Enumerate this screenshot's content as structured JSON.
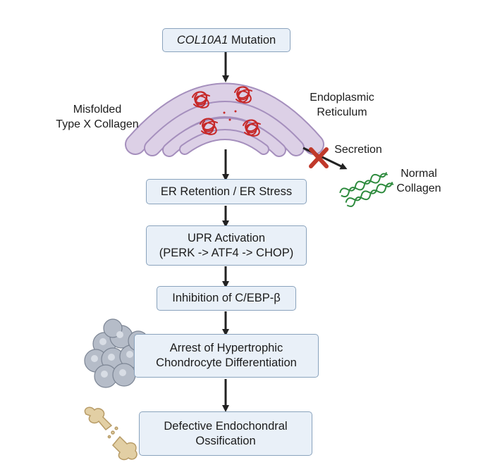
{
  "flowchart": {
    "mutation_gene": "COL10A1",
    "mutation_suffix": " Mutation",
    "steps": [
      {
        "lines": [
          "ER Retention / ER Stress"
        ]
      },
      {
        "lines": [
          "UPR Activation",
          "(PERK -> ATF4 -> CHOP)"
        ]
      },
      {
        "lines": [
          "Inhibition of C/EBP-β"
        ]
      },
      {
        "lines": [
          "Arrest of Hypertrophic",
          "Chondrocyte Differentiation"
        ]
      },
      {
        "lines": [
          "Defective Endochondral",
          "Ossification"
        ]
      }
    ]
  },
  "labels": {
    "misfolded": [
      "Misfolded",
      "Type X Collagen"
    ],
    "er": [
      "Endoplasmic",
      "Reticulum"
    ],
    "secretion": "Secretion",
    "normal": [
      "Normal",
      "Collagen"
    ]
  },
  "colors": {
    "box_fill": "#e9f0f8",
    "box_border": "#8aa3bd",
    "er_fill": "#dcd0e6",
    "er_stroke": "#a58fbd",
    "misfolded_protein": "#c62828",
    "blocked_x": "#c0392b",
    "normal_collagen": "#2e8b3e",
    "cells": "#b5bcc8",
    "bone": "#e2cfa4",
    "arrow": "#222222"
  }
}
